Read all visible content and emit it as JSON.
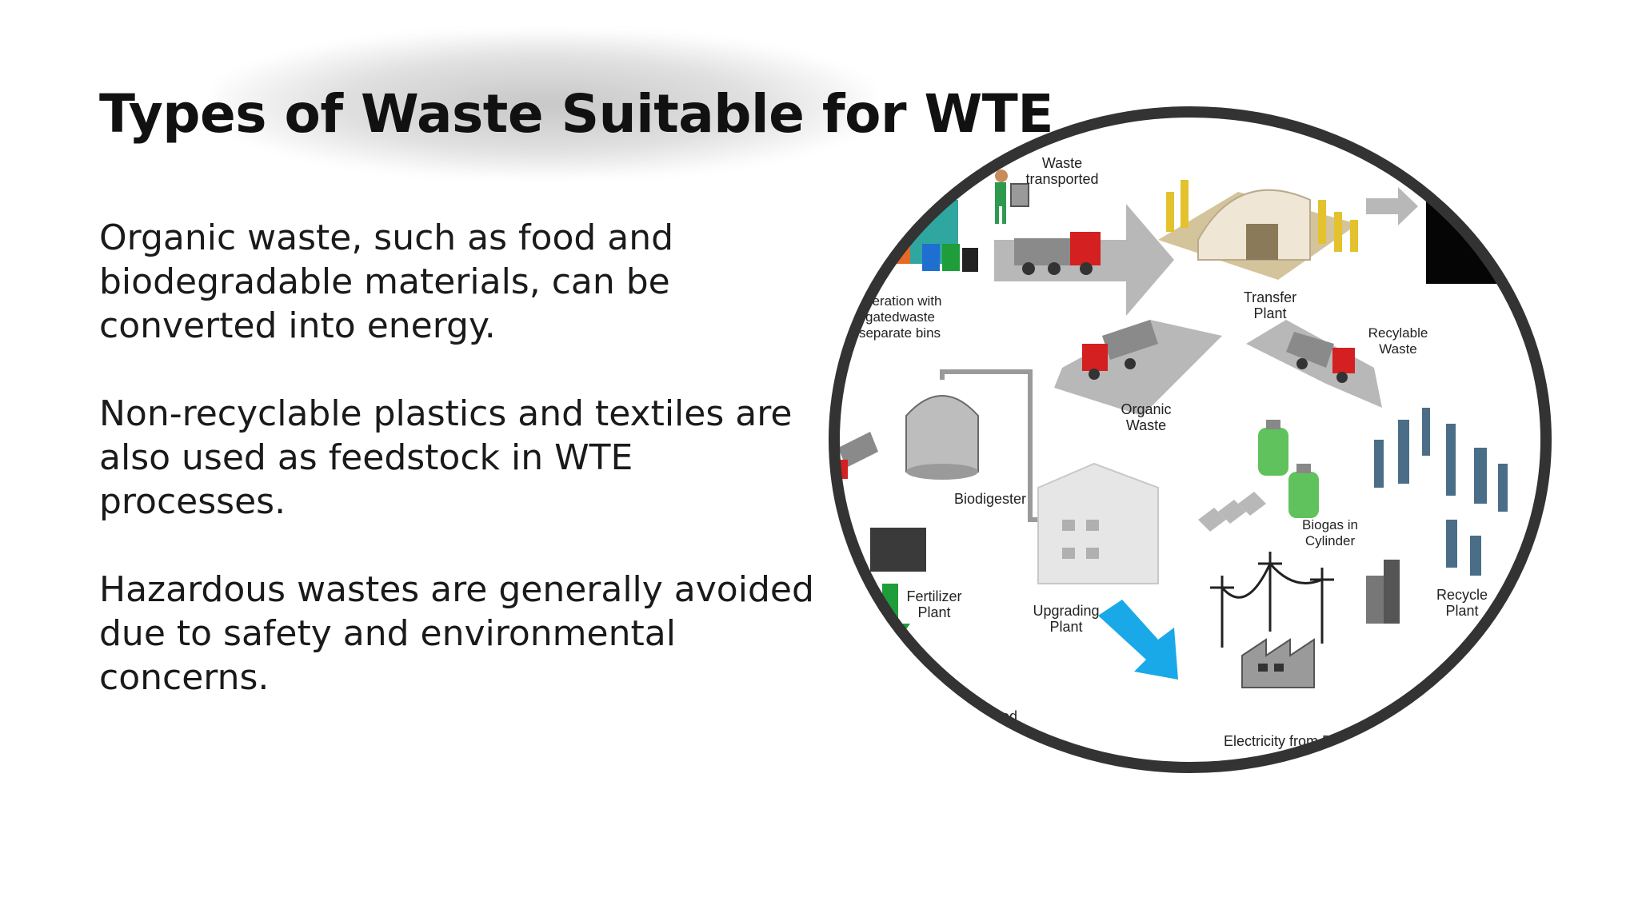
{
  "slide": {
    "title": "Types of Waste Suitable for WTE",
    "paragraphs": [
      "Organic waste, such as food and biodegradable materials, can be converted into energy.",
      "Non-recyclable plastics and textiles are also used as feedstock in WTE processes.",
      "Hazardous wastes are generally avoided due to safety and environmental concerns."
    ]
  },
  "illustration": {
    "labels": {
      "waste_transported_1": "Waste",
      "waste_transported_2": "transported",
      "transfer_1": "Transfer",
      "transfer_2": "Plant",
      "generation_1": "e generation with",
      "generation_2": "egregatedwaste",
      "generation_3": "in separate bins",
      "recyclable_1": "Recylable",
      "recyclable_2": "Waste",
      "organic_1": "Organic",
      "organic_2": "Waste",
      "biodigester": "Biodigester",
      "biogas_1": "Biogas in",
      "biogas_2": "Cylinder",
      "fertilizer_1": "Fertilizer",
      "fertilizer_2": "Plant",
      "upgrading_1": "Upgrading",
      "upgrading_2": "Plant",
      "recycle_1": "Recycle",
      "recycle_2": "Plant",
      "used": "used",
      "electricity": "Electricity from Bi"
    },
    "colors": {
      "ring": "#333333",
      "arrow": "#b8b8b8",
      "truck_red": "#d42020",
      "water_blue": "#19a9e8",
      "bin_green": "#1f9d3a",
      "hay_yellow": "#e3c22e",
      "cylinder_green": "#5fc25c"
    }
  }
}
